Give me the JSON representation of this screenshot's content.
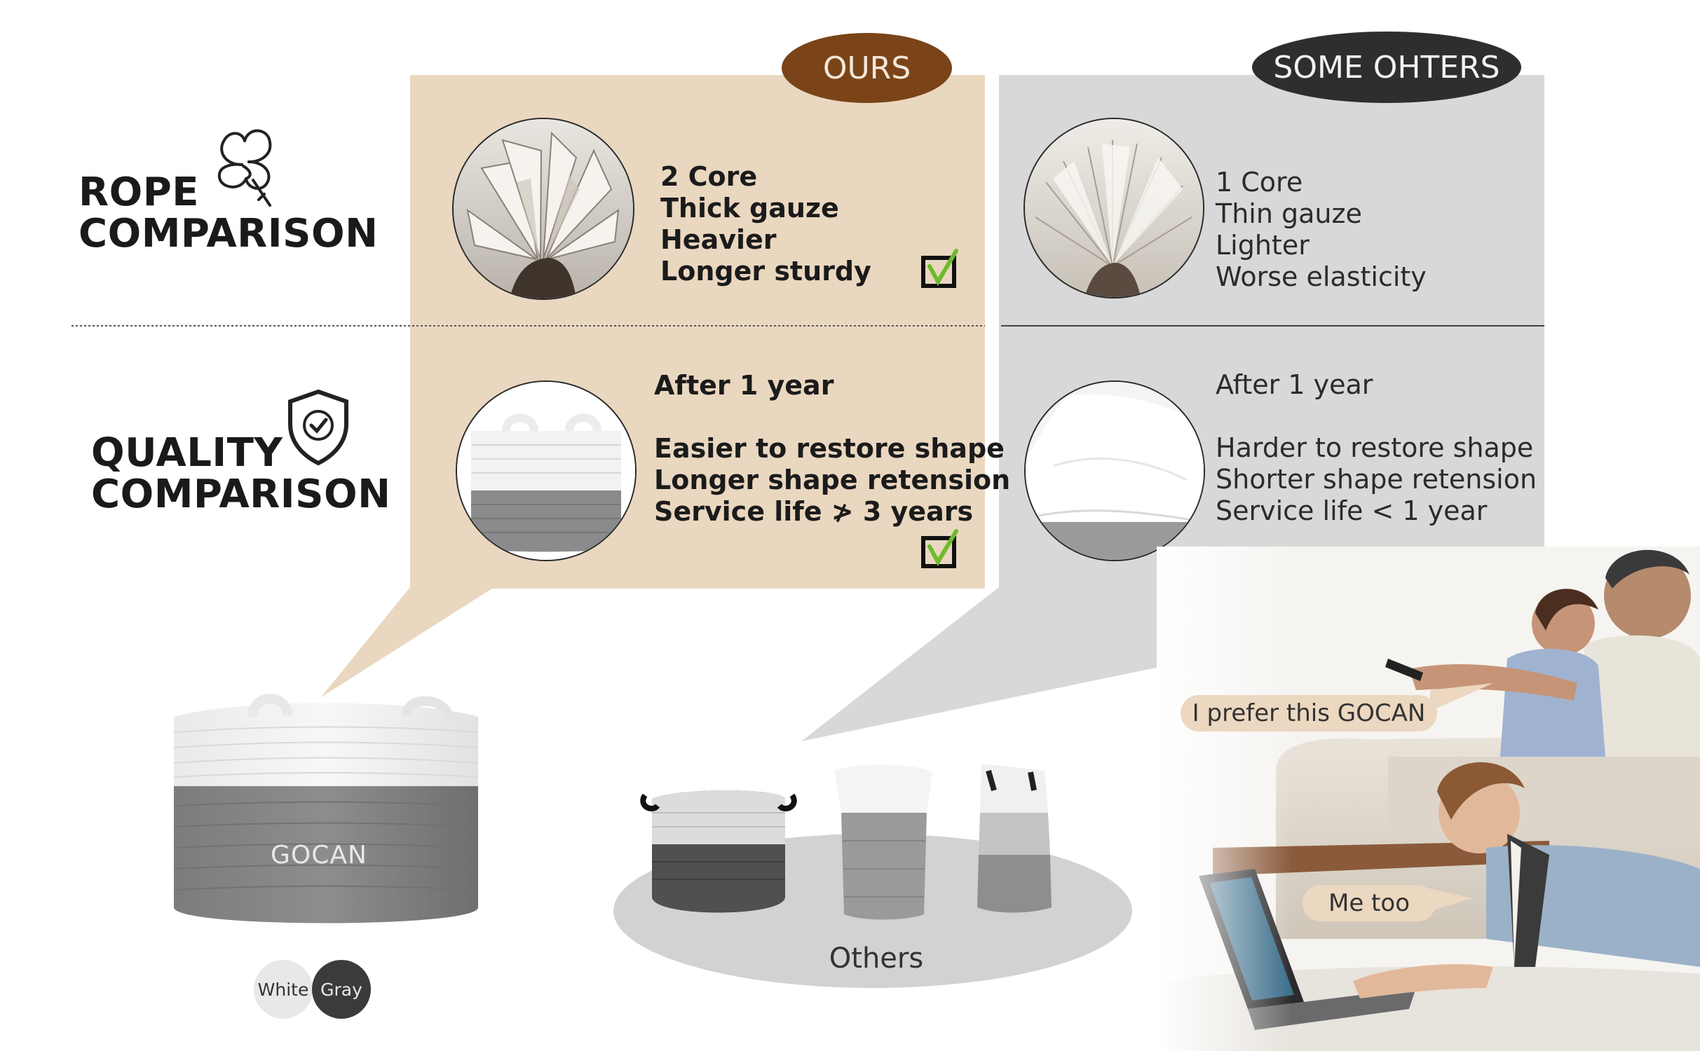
{
  "colors": {
    "ours_panel": "#ead7c0",
    "others_panel": "#d8d8d8",
    "ours_pill": "#7a4418",
    "others_pill": "#2e2e2e",
    "swatch_white": "#e8e8e8",
    "swatch_gray": "#3b3b3b",
    "check_green": "#6fba2c"
  },
  "sections": {
    "rope": {
      "line1": "ROPE",
      "line2": "COMPARISON",
      "icon": "cotton-flower-icon"
    },
    "quality": {
      "line1": "QUALITY",
      "line2": "COMPARISON",
      "icon": "shield-check-icon"
    }
  },
  "ours": {
    "label": "OURS",
    "rope_specs": [
      "2 Core",
      "Thick gauze",
      "Heavier",
      "Longer sturdy"
    ],
    "quality_heading": "After 1 year",
    "quality_specs": [
      "Easier to restore shape",
      "Longer shape retension",
      "Service life ≯ 3 years"
    ],
    "brand": "GOCAN",
    "swatches": [
      "White",
      "Gray"
    ]
  },
  "others": {
    "label": "SOME OHTERS",
    "rope_specs": [
      "1 Core",
      "Thin gauze",
      "Lighter",
      "Worse elasticity"
    ],
    "quality_heading": "After 1 year",
    "quality_specs": [
      "Harder to restore shape",
      "Shorter shape retension",
      "Service life < 1 year"
    ],
    "platform_label": "Others"
  },
  "bubbles": {
    "first": "I prefer this GOCAN",
    "second": "Me too"
  }
}
